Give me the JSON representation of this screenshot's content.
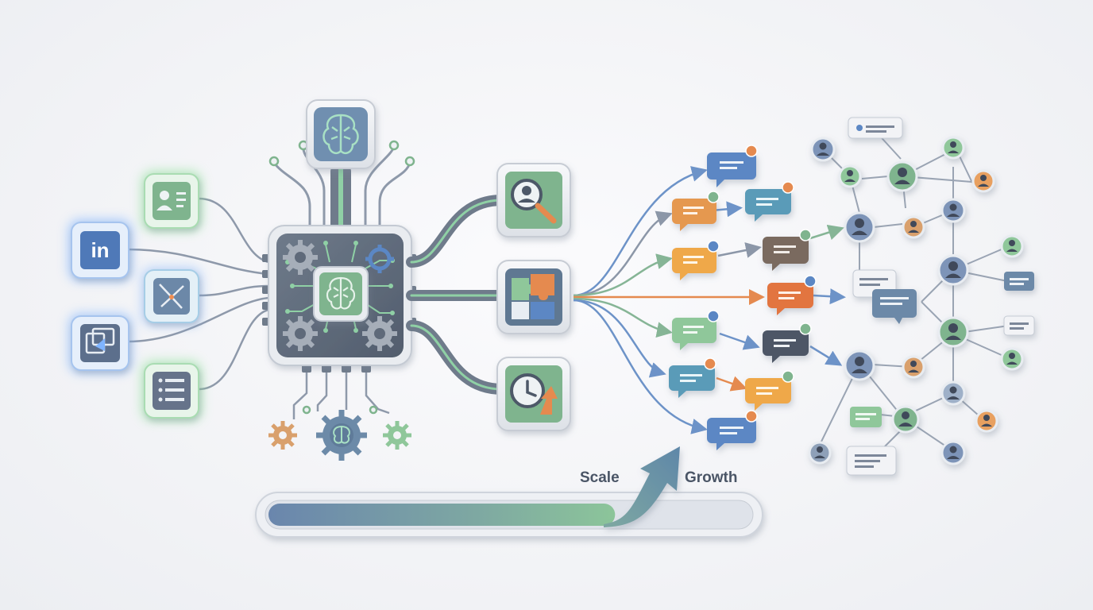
{
  "labels": {
    "scale": "Scale",
    "growth": "Growth",
    "linkedin": "in"
  },
  "colors": {
    "background": "#f1f2f5",
    "blue": "#5b87c4",
    "green": "#7fb48e",
    "orange": "#e58a4f",
    "slate": "#5c6b80",
    "tile_green_glow": "#8fe39a",
    "tile_blue_glow": "#7fb4ff"
  },
  "icons": {
    "inputs": [
      "profile-card-icon",
      "linkedin-icon",
      "network-nodes-icon",
      "document-share-icon",
      "list-icon"
    ],
    "processor": [
      "brain-icon",
      "gear-icon",
      "circuit-icon"
    ],
    "outputs": [
      "search-person-icon",
      "puzzle-icon",
      "clock-growth-icon"
    ],
    "messages": [
      "chat-bubble-icon",
      "check-badge-icon"
    ],
    "network": [
      "person-node-icon",
      "message-node-icon"
    ]
  },
  "progress": {
    "fill_fraction": 0.72,
    "trend": "up"
  }
}
